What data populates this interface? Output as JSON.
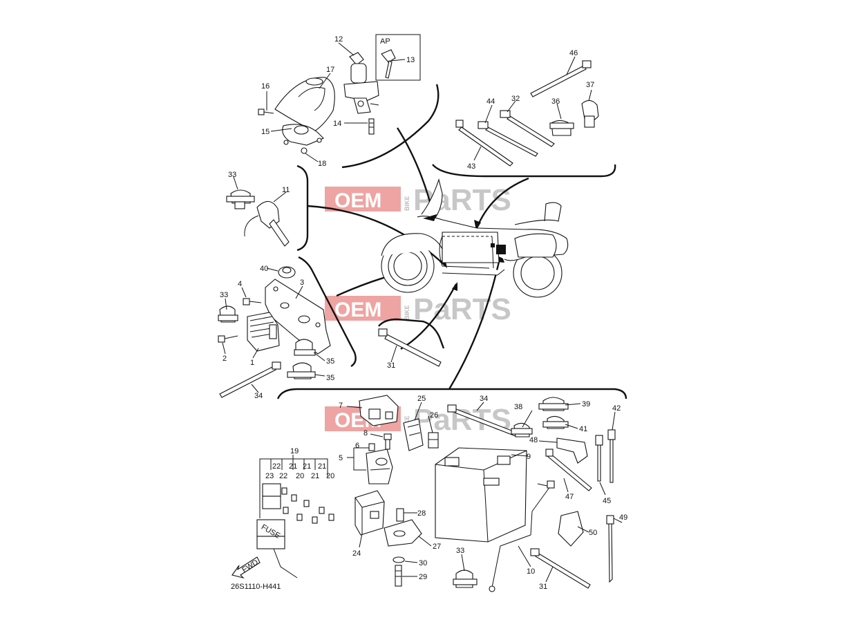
{
  "diagram": {
    "drawing_code": "26S1110-H441",
    "ap_box_label": "AP",
    "fwd_label": "FWD",
    "fuse_label": "FUSE",
    "watermark": {
      "oem": "OEM",
      "bike": "BIKE",
      "parts": "PaRTS",
      "colors": {
        "red": "#e05a55",
        "grey": "#9a9a9a"
      }
    }
  },
  "labels": {
    "p1": "1",
    "p2": "2",
    "p3": "3",
    "p4": "4",
    "p5": "5",
    "p6": "6",
    "p7": "7",
    "p8": "8",
    "p9": "9",
    "p10": "10",
    "p11": "11",
    "p12": "12",
    "p13": "13",
    "p14": "14",
    "p15": "15",
    "p16": "16",
    "p17": "17",
    "p18": "18",
    "p19": "19",
    "p20a": "20",
    "p20b": "20",
    "p21a": "21",
    "p21b": "21",
    "p21c": "21",
    "p21d": "21",
    "p22a": "22",
    "p22b": "22",
    "p23": "23",
    "p24": "24",
    "p25": "25",
    "p26": "26",
    "p27": "27",
    "p28": "28",
    "p29": "29",
    "p30": "30",
    "p31a": "31",
    "p31b": "31",
    "p32": "32",
    "p33a": "33",
    "p33b": "33",
    "p33c": "33",
    "p34a": "34",
    "p34b": "34",
    "p35a": "35",
    "p35b": "35",
    "p36": "36",
    "p37": "37",
    "p38": "38",
    "p39": "39",
    "p40": "40",
    "p41": "41",
    "p42": "42",
    "p43": "43",
    "p44": "44",
    "p45": "45",
    "p46": "46",
    "p47": "47",
    "p48": "48",
    "p49": "49",
    "p50": "50"
  }
}
